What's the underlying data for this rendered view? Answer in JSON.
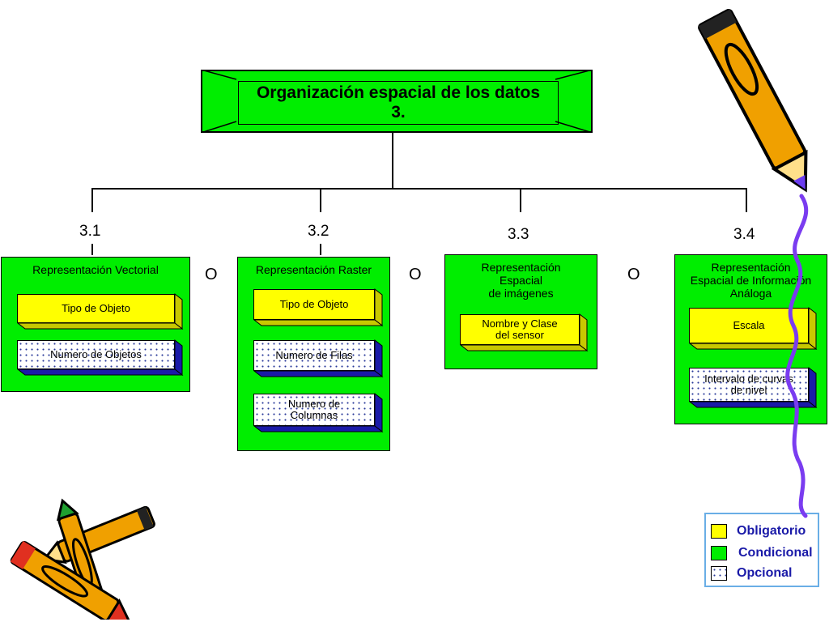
{
  "diagram": {
    "root": {
      "title_line1": "Organización espacial de los datos",
      "title_line2": "3."
    },
    "or_label": "O",
    "nodes": [
      {
        "number": "3.1",
        "title_lines": [
          "Representación Vectorial"
        ],
        "items": [
          {
            "label_lines": [
              "Tipo de Objeto"
            ],
            "kind": "obligatorio"
          },
          {
            "label_lines": [
              "Numero de Objetos"
            ],
            "kind": "opcional"
          }
        ]
      },
      {
        "number": "3.2",
        "title_lines": [
          "Representación Raster"
        ],
        "items": [
          {
            "label_lines": [
              "Tipo de Objeto"
            ],
            "kind": "obligatorio"
          },
          {
            "label_lines": [
              "Numero de Filas"
            ],
            "kind": "opcional"
          },
          {
            "label_lines": [
              "Numero de",
              "Columnas"
            ],
            "kind": "opcional"
          }
        ]
      },
      {
        "number": "3.3",
        "title_lines": [
          "Representación",
          "Espacial",
          "de imágenes"
        ],
        "items": [
          {
            "label_lines": [
              "Nombre y Clase",
              "del sensor"
            ],
            "kind": "obligatorio"
          }
        ]
      },
      {
        "number": "3.4",
        "title_lines": [
          "Representación",
          "Espacial de Información",
          "Análoga"
        ],
        "items": [
          {
            "label_lines": [
              "Escala"
            ],
            "kind": "obligatorio"
          },
          {
            "label_lines": [
              "Intervalo de curvas",
              "de nivel"
            ],
            "kind": "opcional"
          }
        ]
      }
    ]
  },
  "legend": {
    "items": [
      {
        "label": "Obligatorio",
        "color": "#ffff00"
      },
      {
        "label": "Condicional",
        "color": "#00ee00"
      },
      {
        "label": "Opcional",
        "pattern": "dotted"
      }
    ]
  },
  "colors": {
    "green": "#00ee00",
    "yellow": "#ffff00",
    "side_shadow": "#1a1aa8",
    "legend_text": "#1a1aa8",
    "legend_border": "#6aaee6"
  },
  "clipart": [
    "pencil-icon",
    "crayons-icon"
  ]
}
